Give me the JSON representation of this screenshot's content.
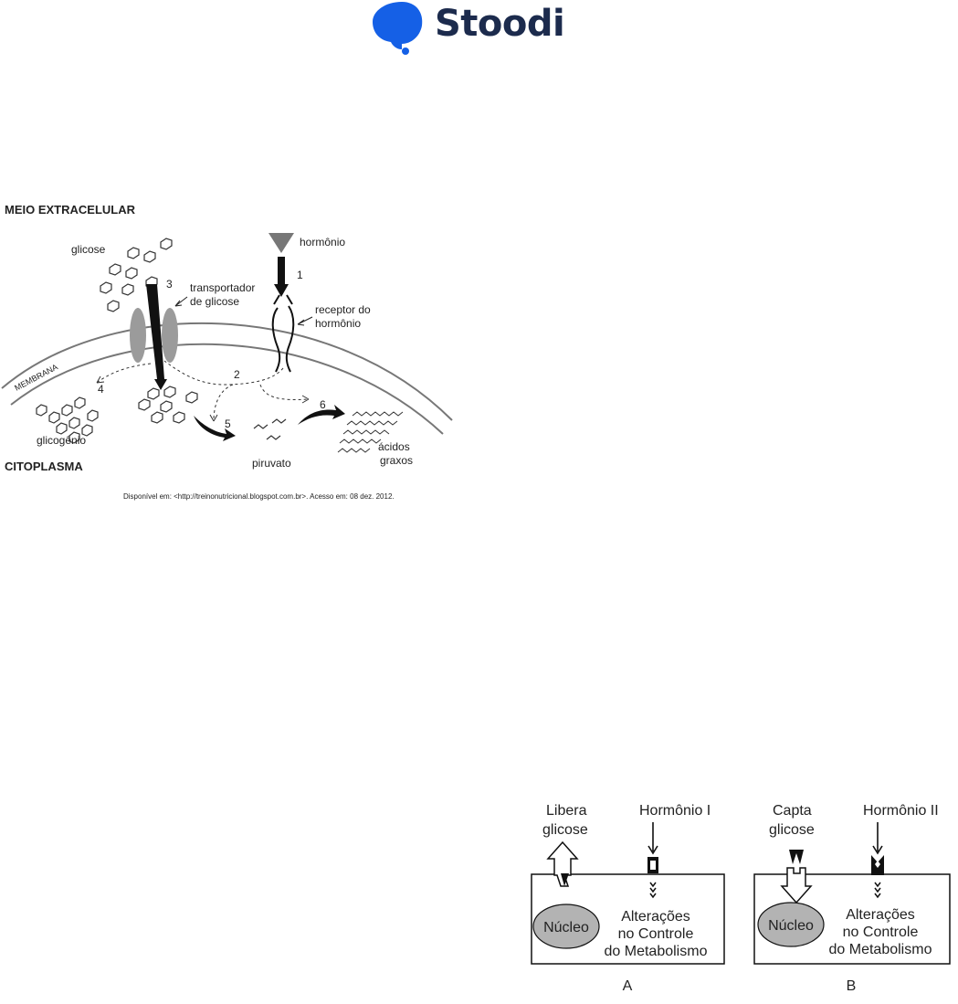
{
  "brand": {
    "name": "Stoodi",
    "color": "#1560e6",
    "text_color": "#1c2b4d"
  },
  "figure1": {
    "region_top": "MEIO EXTRACELULAR",
    "region_bottom": "CITOPLASMA",
    "membrane": "MEMBRANA",
    "glucose": "glicose",
    "transporter_line1": "transportador",
    "transporter_line2": "de glicose",
    "hormone": "hormônio",
    "receptor_line1": "receptor do",
    "receptor_line2": "hormônio",
    "glycogen": "glicogênio",
    "pyruvate": "piruvato",
    "fatty_acids_line1": "ácidos",
    "fatty_acids_line2": "graxos",
    "steps": [
      "1",
      "2",
      "3",
      "4",
      "5",
      "6"
    ],
    "source": "Disponível em: <http://treinonutricional.blogspot.com.br>. Acesso em: 08 dez. 2012."
  },
  "figure2": {
    "cells": [
      {
        "letter": "A",
        "glucose_line1": "Libera",
        "glucose_line2": "glicose",
        "hormone": "Hormônio I",
        "nucleus": "Núcleo",
        "effect_line1": "Alterações",
        "effect_line2": "no Controle",
        "effect_line3": "do Metabolismo"
      },
      {
        "letter": "B",
        "glucose_line1": "Capta",
        "glucose_line2": "glicose",
        "hormone": "Hormônio II",
        "nucleus": "Núcleo",
        "effect_line1": "Alterações",
        "effect_line2": "no Controle",
        "effect_line3": "do Metabolismo"
      }
    ]
  }
}
